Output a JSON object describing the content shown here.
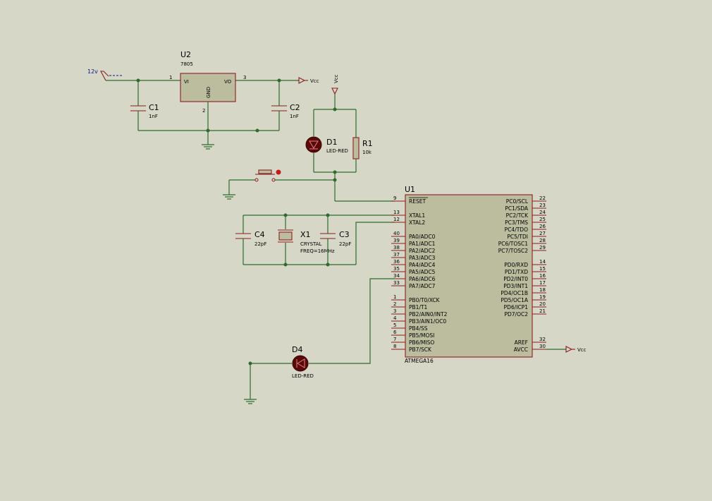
{
  "input_label": "12v",
  "vcc_label": "Vcc",
  "u2": {
    "ref": "U2",
    "value": "7805",
    "pin_vi": "VI",
    "pin_vo": "VO",
    "pin_gnd": "GND",
    "pin1": "1",
    "pin2": "2",
    "pin3": "3"
  },
  "c1": {
    "ref": "C1",
    "value": "1nF"
  },
  "c2": {
    "ref": "C2",
    "value": "1nF"
  },
  "d1": {
    "ref": "D1",
    "value": "LED-RED"
  },
  "r1": {
    "ref": "R1",
    "value": "10k"
  },
  "c3": {
    "ref": "C3",
    "value": "22pF"
  },
  "c4": {
    "ref": "C4",
    "value": "22pF"
  },
  "x1": {
    "ref": "X1",
    "value": "CRYSTAL",
    "freq": "FREQ=16MHz"
  },
  "d4": {
    "ref": "D4",
    "value": "LED-RED"
  },
  "u1": {
    "ref": "U1",
    "value": "ATMEGA16",
    "left_pins": [
      {
        "num": "9",
        "name": "RESET"
      },
      {
        "num": "13",
        "name": "XTAL1"
      },
      {
        "num": "12",
        "name": "XTAL2"
      },
      {
        "num": "40",
        "name": "PA0/ADC0"
      },
      {
        "num": "39",
        "name": "PA1/ADC1"
      },
      {
        "num": "38",
        "name": "PA2/ADC2"
      },
      {
        "num": "37",
        "name": "PA3/ADC3"
      },
      {
        "num": "36",
        "name": "PA4/ADC4"
      },
      {
        "num": "35",
        "name": "PA5/ADC5"
      },
      {
        "num": "34",
        "name": "PA6/ADC6"
      },
      {
        "num": "33",
        "name": "PA7/ADC7"
      },
      {
        "num": "1",
        "name": "PB0/T0/XCK"
      },
      {
        "num": "2",
        "name": "PB1/T1"
      },
      {
        "num": "3",
        "name": "PB2/AIN0/INT2"
      },
      {
        "num": "4",
        "name": "PB3/AIN1/OC0"
      },
      {
        "num": "5",
        "name": "PB4/SS"
      },
      {
        "num": "6",
        "name": "PB5/MOSI"
      },
      {
        "num": "7",
        "name": "PB6/MISO"
      },
      {
        "num": "8",
        "name": "PB7/SCK"
      }
    ],
    "right_pins": [
      {
        "num": "22",
        "name": "PC0/SCL"
      },
      {
        "num": "23",
        "name": "PC1/SDA"
      },
      {
        "num": "24",
        "name": "PC2/TCK"
      },
      {
        "num": "25",
        "name": "PC3/TMS"
      },
      {
        "num": "26",
        "name": "PC4/TDO"
      },
      {
        "num": "27",
        "name": "PC5/TDI"
      },
      {
        "num": "28",
        "name": "PC6/TOSC1"
      },
      {
        "num": "29",
        "name": "PC7/TOSC2"
      },
      {
        "num": "14",
        "name": "PD0/RXD"
      },
      {
        "num": "15",
        "name": "PD1/TXD"
      },
      {
        "num": "16",
        "name": "PD2/INT0"
      },
      {
        "num": "17",
        "name": "PD3/INT1"
      },
      {
        "num": "18",
        "name": "PD4/OC1B"
      },
      {
        "num": "19",
        "name": "PD5/OC1A"
      },
      {
        "num": "20",
        "name": "PD6/ICP1"
      },
      {
        "num": "21",
        "name": "PD7/OC2"
      },
      {
        "num": "32",
        "name": "AREF"
      },
      {
        "num": "30",
        "name": "AVCC"
      }
    ]
  }
}
